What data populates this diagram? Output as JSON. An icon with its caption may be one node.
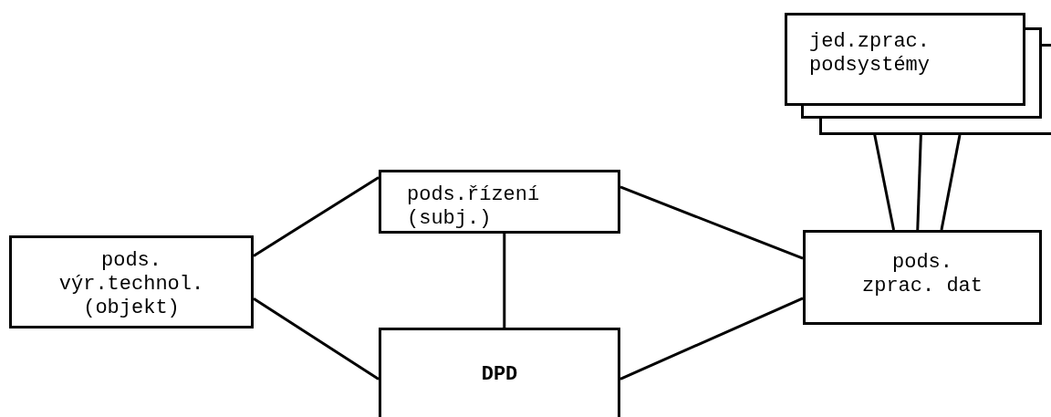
{
  "diagram": {
    "nodes": [
      {
        "text": [
          "jed.zprac. podsystémy"
        ]
      },
      {
        "text": [],
        "shape": "box"
      },
      {
        "text": [],
        "shape": "box"
      },
      {
        "text": [
          "pods.řízení (subj.)"
        ]
      },
      {
        "text": [
          "pods. výr.technol. (objekt)"
        ]
      },
      {
        "text": [
          "pods. zprac. dat"
        ]
      },
      {
        "text": [
          "DPD"
        ]
      }
    ],
    "edges": [
      {
        "from": 4,
        "to": 3,
        "arrow": "none"
      },
      {
        "from": 4,
        "to": 6,
        "arrow": "none"
      },
      {
        "from": 3,
        "to": 6,
        "arrow": "none"
      },
      {
        "from": 3,
        "to": 5,
        "arrow": "none"
      },
      {
        "from": 6,
        "to": 5,
        "arrow": "none"
      },
      {
        "from": 5,
        "to": 0,
        "arrow": "none"
      },
      {
        "from": 5,
        "to": 1,
        "arrow": "none"
      },
      {
        "from": 5,
        "to": 2,
        "arrow": "none"
      }
    ]
  }
}
